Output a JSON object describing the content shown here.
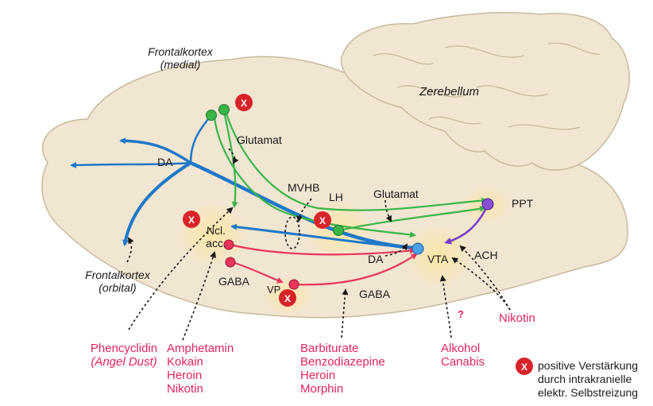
{
  "regions": {
    "frontal_medial": [
      "Frontalkortex",
      "(medial)"
    ],
    "cerebellum": "Zerebellum",
    "frontal_orbital": [
      "Frontalkortex",
      "(orbital)"
    ],
    "nacc": [
      "Ncl.",
      "acc."
    ],
    "vp": "VP",
    "lh": "LH",
    "vta": "VTA",
    "ppt": "PPT",
    "mvhb": "MVHB"
  },
  "transmitters": {
    "glutamat_top": "Glutamat",
    "glutamat_mid": "Glutamat",
    "da_left": "DA",
    "da_mid": "DA",
    "gaba_left": "GABA",
    "gaba_mid": "GABA",
    "ach": "ACH"
  },
  "drugs": {
    "pcp": [
      "Phencyclidin",
      "(Angel Dust)"
    ],
    "nacc_group": [
      "Amphetamin",
      "Kokain",
      "Heroin",
      "Nikotin"
    ],
    "gaba_group": [
      "Barbiturate",
      "Benzodiazepine",
      "Heroin",
      "Morphin"
    ],
    "alcohol_group": [
      "Alkohol",
      "Canabis"
    ],
    "nikotin": "Nikotin",
    "question": "?"
  },
  "legend": {
    "marker": "X",
    "text": [
      "positive Verstärkung",
      "durch intrakranielle",
      "elektr. Selbstreizung"
    ]
  },
  "colors": {
    "brain": "#f1e6d2",
    "brain_outline": "#c9b99b",
    "glow": "#fbe7a6",
    "dopamine": "#1f78c8",
    "glutamate": "#39b54a",
    "gaba": "#e8365d",
    "ach": "#7a3fc4",
    "drug_text": "#e3245c",
    "marker": "#d8232a"
  }
}
